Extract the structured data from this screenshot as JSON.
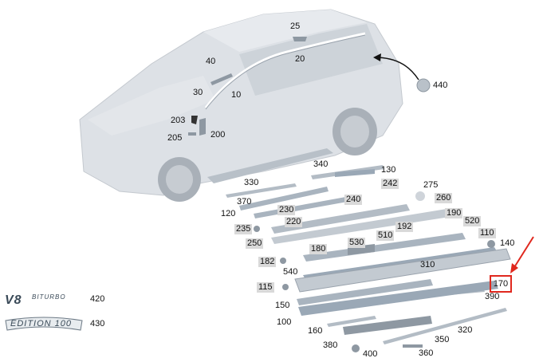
{
  "colors": {
    "highlight": "#e0281e",
    "label_box": "#d9d9d9",
    "vehicle": "#c9cfd6",
    "part": "#9aa8b6"
  },
  "highlighted_part": "170",
  "part_labels": {
    "p25": "25",
    "p20": "20",
    "p40": "40",
    "p30": "30",
    "p10": "10",
    "p203": "203",
    "p205": "205",
    "p200": "200",
    "p440": "440",
    "p340": "340",
    "p130": "130",
    "p330": "330",
    "p242": "242",
    "p275": "275",
    "p370": "370",
    "p240": "240",
    "p260": "260",
    "p120": "120",
    "p230": "230",
    "p190": "190",
    "p220": "220",
    "p520": "520",
    "p235": "235",
    "p192": "192",
    "p110": "110",
    "p250": "250",
    "p510": "510",
    "p140": "140",
    "p180": "180",
    "p530": "530",
    "p182": "182",
    "p310": "310",
    "p540": "540",
    "p170": "170",
    "p115": "115",
    "p390": "390",
    "p150": "150",
    "p100": "100",
    "p320": "320",
    "p160": "160",
    "p350": "350",
    "p380": "380",
    "p400": "400",
    "p360": "360",
    "p420": "420",
    "p430": "430"
  },
  "emblems": {
    "v8": "V8",
    "biturbo": "BITURBO",
    "edition": "EDITION 100"
  }
}
